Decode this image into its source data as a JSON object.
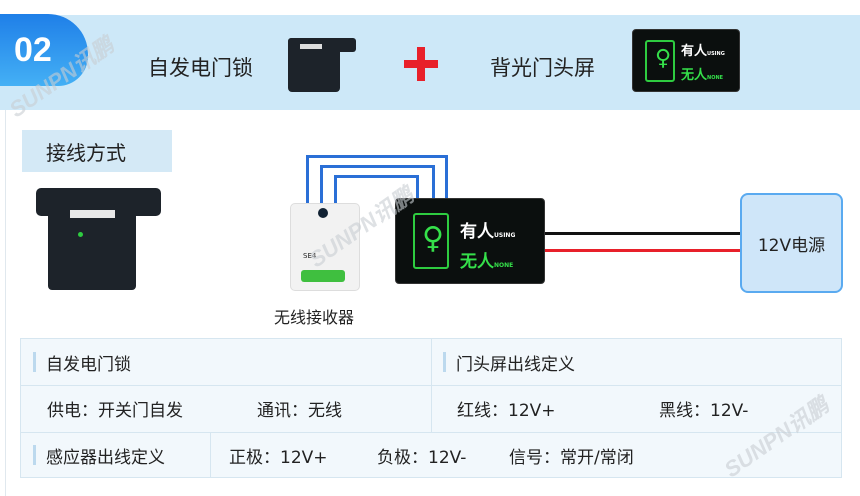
{
  "header": {
    "step": "02",
    "item1": "自发电门锁",
    "item2": "背光门头屏",
    "plus_color": "#e8202a"
  },
  "screen": {
    "occupied": "有人",
    "occupied_en": "USING",
    "vacant": "无人",
    "vacant_en": "NONE"
  },
  "section": {
    "title": "接线方式"
  },
  "diagram": {
    "receiver_label": "无线接收器",
    "power_label": "12V电源"
  },
  "table": {
    "lock_header": "自发电门锁",
    "screen_header": "门头屏出线定义",
    "lock_power": "供电：开关门自发",
    "lock_comm": "通讯：无线",
    "red_wire": "红线：12V+",
    "black_wire": "黑线：12V-",
    "sensor_header": "感应器出线定义",
    "positive": "正极：12V+",
    "negative": "负极：12V-",
    "signal": "信号：常开/常闭"
  },
  "watermark": "SUNPN讯鹏"
}
